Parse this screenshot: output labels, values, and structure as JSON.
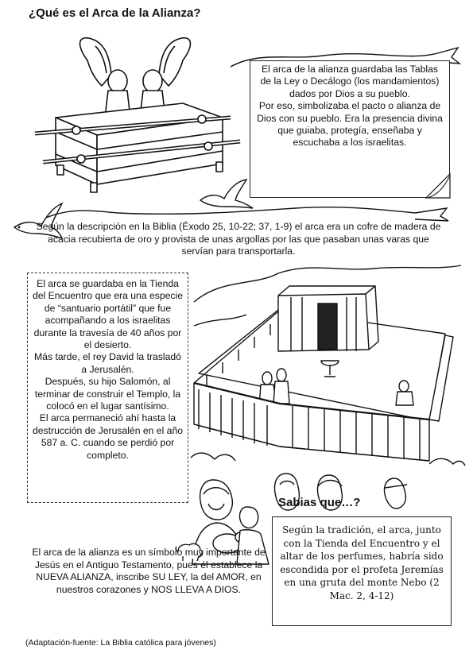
{
  "title": "¿Qué es el Arca de la Alianza?",
  "box1": {
    "p1": "El arca de la alianza guardaba las Tablas de la Ley o Decálogo (los mandamientos) dados por Dios  a su pueblo.",
    "p2": "Por eso, simbolizaba el pacto o alianza de Dios con su pueblo. Era la presencia divina que guiaba, protegía, enseñaba y escuchaba a los israelitas."
  },
  "description": "Según la descripción en la Biblia (Éxodo 25, 10-22; 37, 1-9) el arca era un cofre de madera de acacia recubierta de oro y provista de unas argollas por las que pasaban unas varas que servían para transportarla.",
  "box2": {
    "p1": "El arca se guardaba en la Tienda del Encuentro que era una especie de “santuario portátil” que fue acompañando a los israelitas durante la travesía de 40 años por el desierto.",
    "p2": "Más tarde, el rey David la trasladó a Jerusalén.",
    "p3": "Después, su hijo Salomón, al terminar de construir el Templo, la colocó en el lugar santísimo.",
    "p4": "El arca permaneció ahí hasta la destrucción de Jerusalén en el año 587 a. C. cuando se perdió por completo."
  },
  "sabias": {
    "title": "Sabias que…?",
    "text": "Según la tradición, el arca, junto con la Tienda del Encuentro y el altar de los perfumes, habría sido escondida por  el profeta Jeremías en una gruta del monte Nebo (2 Mac. 2, 4-12)"
  },
  "final": {
    "t1": "El arca de la alianza es un símbolo muy importante de Jesús en el Antiguo Testamento, pues él establece la ",
    "s1": "NUEVA ALIANZA",
    "t2": ", inscribe ",
    "s2": "SU LEY",
    "t3": ", la del ",
    "s3": "AMOR",
    "t4": ", en nuestros corazones y ",
    "s4": "NOS LLEVA A DIOS",
    "t5": "."
  },
  "source": "(Adaptación-fuente: La Biblia católica para jóvenes)"
}
